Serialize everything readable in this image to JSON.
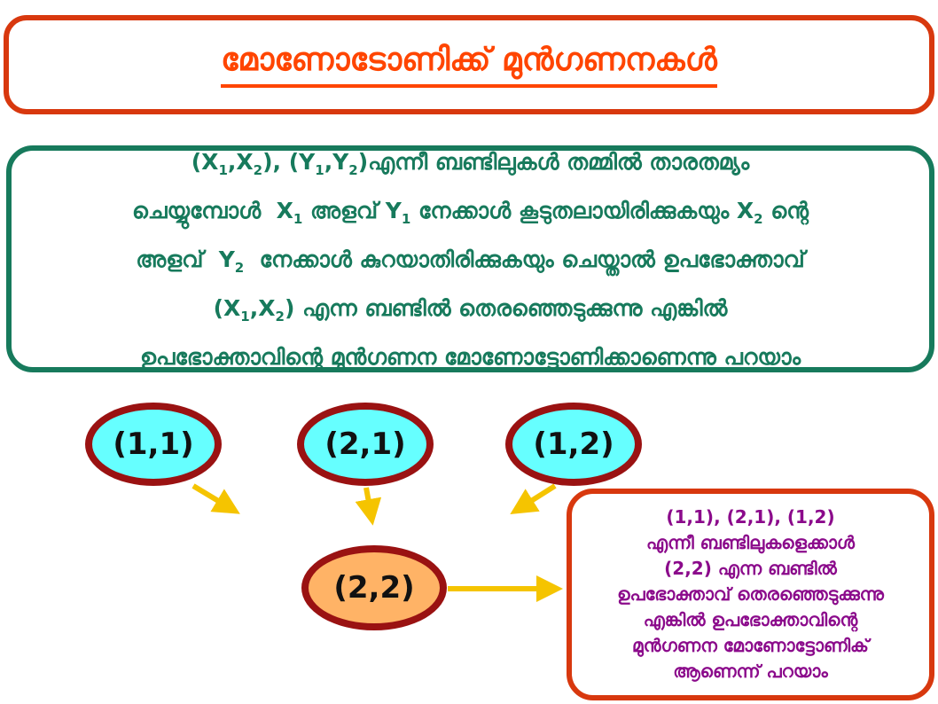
{
  "title": "മോണോടോണിക്ക് മുൻഗണനകൾ",
  "definition_lines": [
    [
      {
        "t": "(X"
      },
      {
        "sub": "1"
      },
      {
        "t": ",X"
      },
      {
        "sub": "2"
      },
      {
        "t": "), (Y"
      },
      {
        "sub": "1"
      },
      {
        "t": ",Y"
      },
      {
        "sub": "2"
      },
      {
        "t": ")എന്നീ ബണ്ടിലുകൾ തമ്മിൽ താരതമ്യം"
      }
    ],
    [
      {
        "t": "ചെയ്യുമ്പോൾ  X"
      },
      {
        "sub": "1"
      },
      {
        "t": " അളവ് Y"
      },
      {
        "sub": "1"
      },
      {
        "t": " നേക്കാൾ കൂടുതലായിരിക്കുകയും X"
      },
      {
        "sub": "2"
      },
      {
        "t": " ന്റെ"
      }
    ],
    [
      {
        "t": "അളവ്  Y"
      },
      {
        "sub": "2"
      },
      {
        "t": "  നേക്കാൾ കുറയാതിരിക്കുകയും ചെയ്താൽ ഉപഭോക്താവ്"
      }
    ],
    [
      {
        "t": "(X"
      },
      {
        "sub": "1"
      },
      {
        "t": ",X"
      },
      {
        "sub": "2"
      },
      {
        "t": ") എന്ന ബണ്ടിൽ തെരഞ്ഞെടുക്കുന്നു എങ്കിൽ"
      }
    ],
    [
      {
        "t": "ഉപഭോക്താവിന്റെ മുൻഗണന മോണോട്ടോണിക്കാണെന്നു പറയാം"
      }
    ]
  ],
  "bundles": {
    "b11": "(1,1)",
    "b21": "(2,1)",
    "b12": "(1,2)",
    "b22": "(2,2)"
  },
  "note_lines": [
    "(1,1), (2,1), (1,2)",
    "എന്നീ ബണ്ടിലുകളെക്കാൾ",
    "(2,2) എന്ന ബണ്ടിൽ",
    "ഉപഭോക്താവ് തെരഞ്ഞെടുക്കുന്നു",
    "എങ്കിൽ ഉപഭോക്താവിന്റെ",
    "മുൻഗണന മോണോട്ടോണിക്",
    "ആണെന്ന് പറയാം"
  ],
  "colors": {
    "title": "#ff4500",
    "definition": "#177a5c",
    "note": "#8b0a8b",
    "arrow": "#f5c400",
    "bundle": "#66ffff",
    "preferred": "#ffb366"
  }
}
